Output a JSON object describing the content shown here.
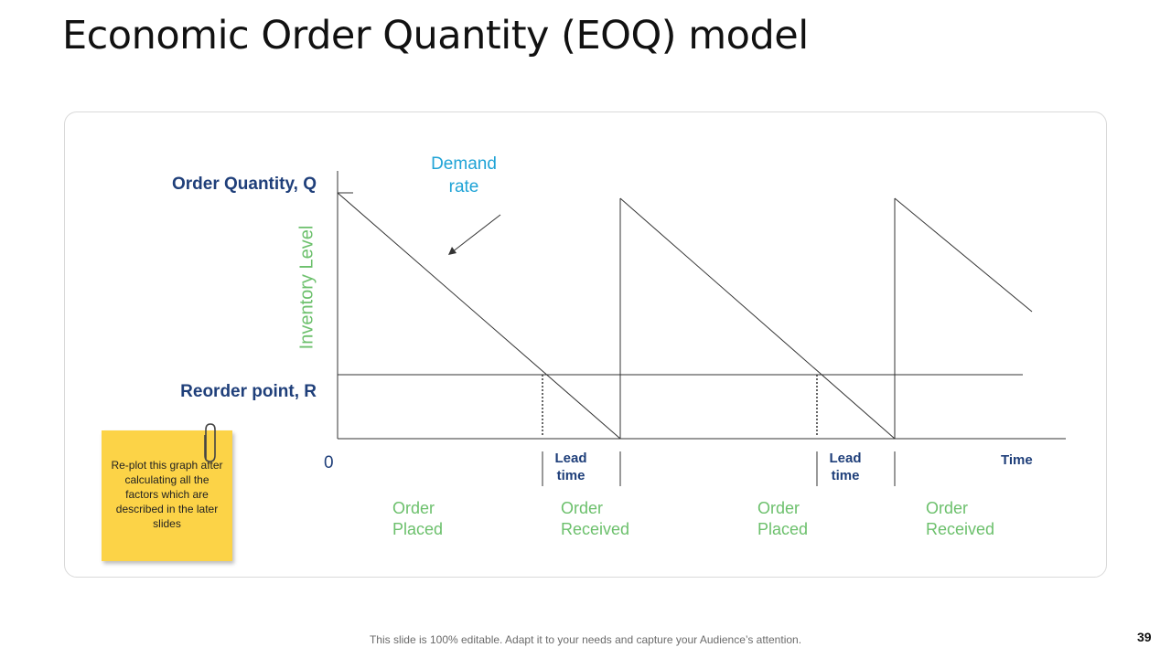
{
  "slide": {
    "title": "Economic Order Quantity (EOQ) model",
    "footer": "This slide is 100% editable. Adapt it to your needs and capture your Audience’s attention.",
    "page_number": "39"
  },
  "diagram": {
    "order_quantity_label": "Order Quantity, Q",
    "reorder_point_label": "Reorder point, R",
    "demand_label_line1": "Demand",
    "demand_label_line2": "rate",
    "y_axis_label": "Inventory Level",
    "origin_label": "0",
    "time_label": "Time",
    "lead_time": [
      {
        "line1": "Lead",
        "line2": "time"
      },
      {
        "line1": "Lead",
        "line2": "time"
      }
    ],
    "events": [
      {
        "line1": "Order",
        "line2": "Placed"
      },
      {
        "line1": "Order",
        "line2": "Received"
      },
      {
        "line1": "Order",
        "line2": "Placed"
      },
      {
        "line1": "Order",
        "line2": "Received"
      }
    ],
    "colors": {
      "axis_label": "#1f3f7a",
      "demand": "#1fa3d6",
      "green_labels": "#6cc06c",
      "lines": "#333333"
    }
  },
  "sticky_note": {
    "text": "Re-plot this graph after calculating all the factors which are described in the later slides",
    "color": "#fcd347",
    "icon": "paperclip-icon"
  }
}
